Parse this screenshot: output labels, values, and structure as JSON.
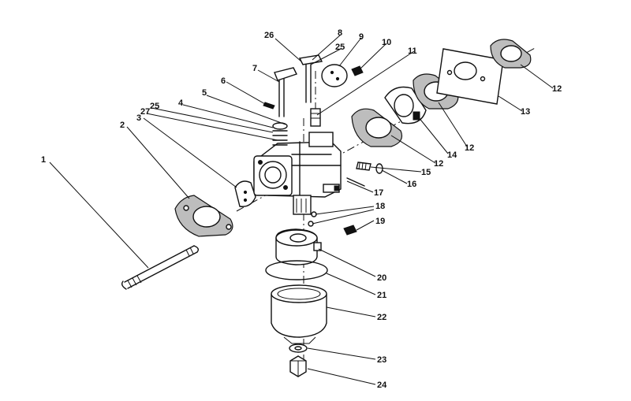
{
  "diagram": {
    "callouts": [
      {
        "id": "c1",
        "label": "1"
      },
      {
        "id": "c2",
        "label": "2"
      },
      {
        "id": "c3",
        "label": "3"
      },
      {
        "id": "c4",
        "label": "4"
      },
      {
        "id": "c5",
        "label": "5"
      },
      {
        "id": "c6",
        "label": "6"
      },
      {
        "id": "c7",
        "label": "7"
      },
      {
        "id": "c8",
        "label": "8"
      },
      {
        "id": "c9",
        "label": "9"
      },
      {
        "id": "c10",
        "label": "10"
      },
      {
        "id": "c11",
        "label": "11"
      },
      {
        "id": "c12a",
        "label": "12"
      },
      {
        "id": "c12b",
        "label": "12"
      },
      {
        "id": "c12c",
        "label": "12"
      },
      {
        "id": "c13",
        "label": "13"
      },
      {
        "id": "c14",
        "label": "14"
      },
      {
        "id": "c15",
        "label": "15"
      },
      {
        "id": "c16",
        "label": "16"
      },
      {
        "id": "c17",
        "label": "17"
      },
      {
        "id": "c18",
        "label": "18"
      },
      {
        "id": "c19",
        "label": "19"
      },
      {
        "id": "c20",
        "label": "20"
      },
      {
        "id": "c21",
        "label": "21"
      },
      {
        "id": "c22",
        "label": "22"
      },
      {
        "id": "c23",
        "label": "23"
      },
      {
        "id": "c24",
        "label": "24"
      },
      {
        "id": "c25a",
        "label": "25"
      },
      {
        "id": "c25b",
        "label": "25"
      },
      {
        "id": "c26",
        "label": "26"
      },
      {
        "id": "c27",
        "label": "27"
      }
    ]
  }
}
